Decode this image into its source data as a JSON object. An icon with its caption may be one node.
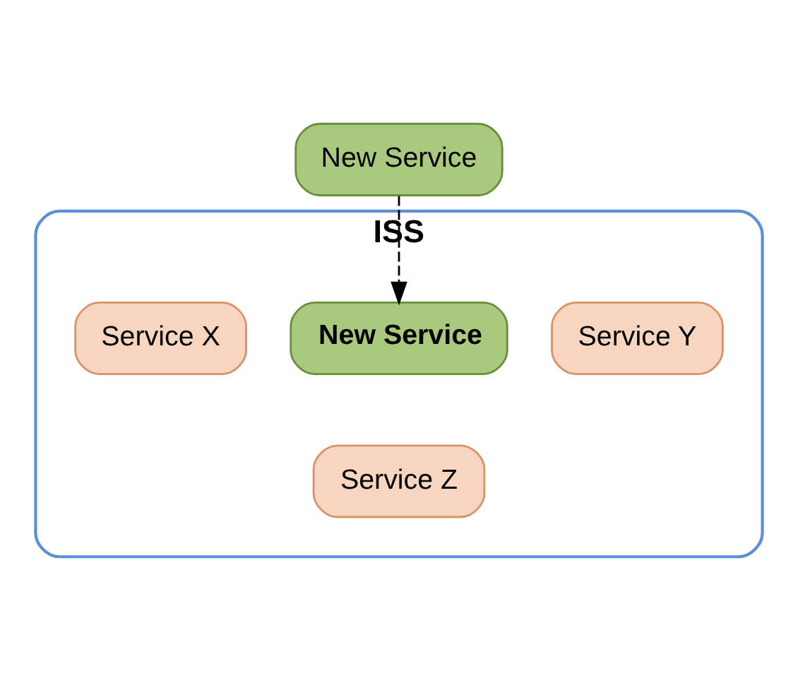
{
  "diagram": {
    "nodes": [
      {
        "text": [
          "New Service"
        ]
      },
      {
        "text": [
          "ISS"
        ]
      },
      {
        "text": [
          "Service X"
        ],
        "in": 1
      },
      {
        "text": [
          "Service Y"
        ],
        "in": 1
      },
      {
        "text": [
          "New Service"
        ],
        "in": 1
      },
      {
        "text": [
          "Service Z"
        ],
        "in": 1
      }
    ],
    "edges": [
      {
        "from": 0,
        "to": 4,
        "arrow": "to",
        "style": "dashed"
      }
    ]
  }
}
